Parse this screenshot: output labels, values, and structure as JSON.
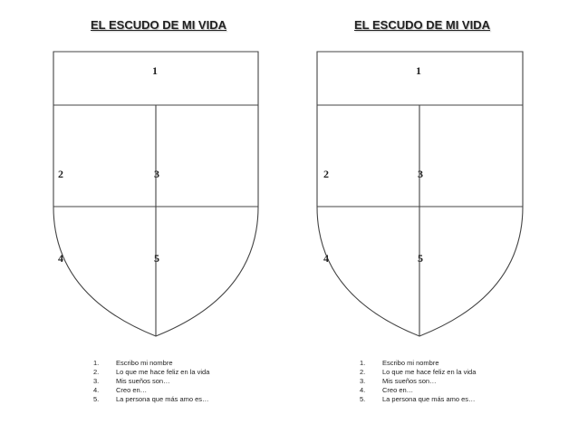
{
  "left": {
    "title": "EL ESCUDO DE MI VIDA",
    "section_numbers": [
      "1",
      "2",
      "3",
      "4",
      "5"
    ],
    "legend": [
      {
        "n": "1.",
        "text": "Escribo mi nombre"
      },
      {
        "n": "2.",
        "text": "Lo que me hace feliz en la vida"
      },
      {
        "n": "3.",
        "text": "Mis sueños son…"
      },
      {
        "n": "4.",
        "text": "Creo en…"
      },
      {
        "n": "5.",
        "text": "La persona que más amo es…"
      }
    ]
  },
  "right": {
    "title": "EL ESCUDO DE MI VIDA",
    "section_numbers": [
      "1",
      "2",
      "3",
      "4",
      "5"
    ],
    "legend": [
      {
        "n": "1.",
        "text": "Escribo mi nombre"
      },
      {
        "n": "2.",
        "text": "Lo que me hace feliz en la vida"
      },
      {
        "n": "3.",
        "text": "Mis sueños son…"
      },
      {
        "n": "4.",
        "text": "Creo en…"
      },
      {
        "n": "5.",
        "text": "La persona que más amo es…"
      }
    ]
  }
}
